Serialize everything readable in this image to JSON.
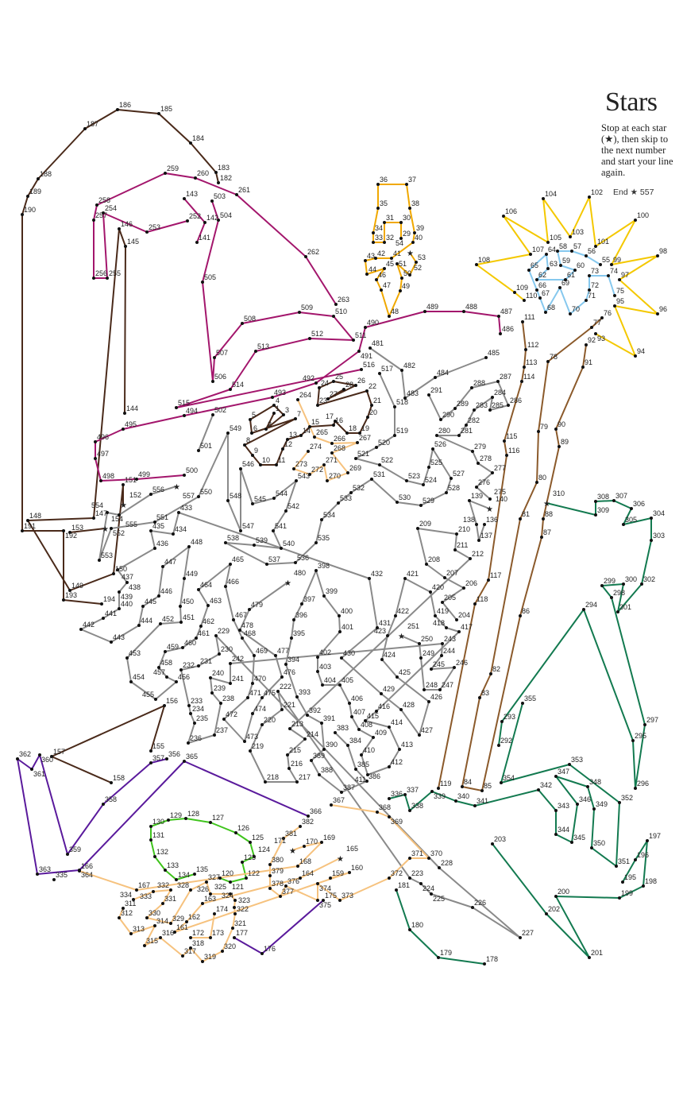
{
  "title": "Stars",
  "instructions": "Stop at each star (★), then skip to the next number and start your line again.",
  "end_label": "End ★ 557",
  "colors": {
    "dark_brown": "#4a2a1a",
    "candle_orange": "#f0a800",
    "sun_blue": "#86c8ee",
    "staff_brown": "#8b5a2b",
    "sun_yellow": "#f4c800",
    "lime": "#3fc41c",
    "gray": "#8a8a8a",
    "purple": "#a3166c",
    "peach": "#f6c27e",
    "green": "#137a50",
    "violet": "#5a1a9c"
  },
  "segments": [
    {
      "from": 1,
      "to": 28,
      "color": "dark_brown"
    },
    {
      "from": 29,
      "to": 54,
      "color": "candle_orange"
    },
    {
      "from": 55,
      "to": 75,
      "color": "sun_blue"
    },
    {
      "from": 76,
      "to": 92,
      "color": "staff_brown"
    },
    {
      "from": 93,
      "to": 110,
      "color": "sun_yellow"
    },
    {
      "from": 111,
      "to": 119,
      "color": "staff_brown"
    },
    {
      "from": 120,
      "to": 135,
      "color": "lime"
    },
    {
      "from": 136,
      "to": 140,
      "color": "gray"
    },
    {
      "from": 141,
      "to": 143,
      "color": "purple"
    },
    {
      "from": 144,
      "to": 158,
      "color": "dark_brown"
    },
    {
      "from": 159,
      "to": 174,
      "color": "peach"
    },
    {
      "from": 175,
      "to": 177,
      "color": "violet"
    },
    {
      "from": 178,
      "to": 181,
      "color": "green"
    },
    {
      "from": 182,
      "to": 194,
      "color": "dark_brown"
    },
    {
      "from": 195,
      "to": 203,
      "color": "green"
    },
    {
      "from": 204,
      "to": 251,
      "color": "gray"
    },
    {
      "from": 252,
      "to": 263,
      "color": "purple"
    },
    {
      "from": 264,
      "to": 274,
      "color": "peach"
    },
    {
      "from": 275,
      "to": 291,
      "color": "gray"
    },
    {
      "from": 292,
      "to": 310,
      "color": "green"
    },
    {
      "from": 311,
      "to": 334,
      "color": "peach"
    },
    {
      "from": 335,
      "to": 335,
      "color": "violet"
    },
    {
      "from": 336,
      "to": 355,
      "color": "green"
    },
    {
      "from": 356,
      "to": 366,
      "color": "violet"
    },
    {
      "from": 367,
      "to": 382,
      "color": "peach"
    },
    {
      "from": 383,
      "to": 485,
      "color": "gray"
    },
    {
      "from": 486,
      "to": 500,
      "color": "purple"
    },
    {
      "from": 501,
      "to": 502,
      "color": "gray"
    },
    {
      "from": 503,
      "to": 516,
      "color": "purple"
    },
    {
      "from": 517,
      "to": 557,
      "color": "gray"
    }
  ],
  "stars": [
    54,
    140,
    152,
    154,
    165,
    171,
    251,
    310,
    480,
    557
  ]
}
